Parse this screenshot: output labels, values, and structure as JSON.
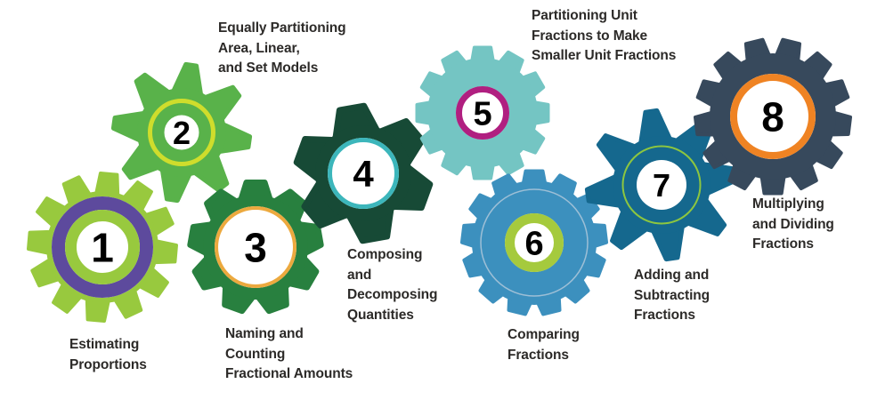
{
  "diagram": {
    "background_color": "#FFFFFF",
    "label_text_color": "#2C2A28",
    "number_text_color": "#231F20",
    "center_color": "#FFFFFF"
  },
  "gears": [
    {
      "number": "1",
      "label": "Estimating\nProportions",
      "body_color": "#98C93E",
      "ring_colors": [
        "#5D4A9D",
        "#98C93E"
      ]
    },
    {
      "number": "2",
      "label": "Equally Partitioning\nArea, Linear,\nand Set Models",
      "body_color": "#59B24A",
      "ring_colors": [
        "#CFDD2C"
      ]
    },
    {
      "number": "3",
      "label": "Naming and\nCounting\nFractional Amounts",
      "body_color": "#28803F",
      "ring_colors": [
        "#ECA93E"
      ]
    },
    {
      "number": "4",
      "label": "Composing\nand\nDecomposing\nQuantities",
      "body_color": "#174A36",
      "ring_colors": [
        "#3CB6BB"
      ]
    },
    {
      "number": "5",
      "label": "Partitioning Unit\nFractions to Make\nSmaller Unit Fractions",
      "body_color": "#74C5C3",
      "ring_colors": [
        "#B01F80"
      ]
    },
    {
      "number": "6",
      "label": "Comparing\nFractions",
      "body_color": "#3C90BE",
      "ring_colors": [
        "#9DBFD6",
        "#A5CA3D"
      ]
    },
    {
      "number": "7",
      "label": "Adding and\nSubtracting\nFractions",
      "body_color": "#15688E",
      "ring_colors": [
        "#8DC63F"
      ]
    },
    {
      "number": "8",
      "label": "Multiplying\nand Dividing\nFractions",
      "body_color": "#37495C",
      "ring_colors": [
        "#EF8323"
      ]
    }
  ]
}
